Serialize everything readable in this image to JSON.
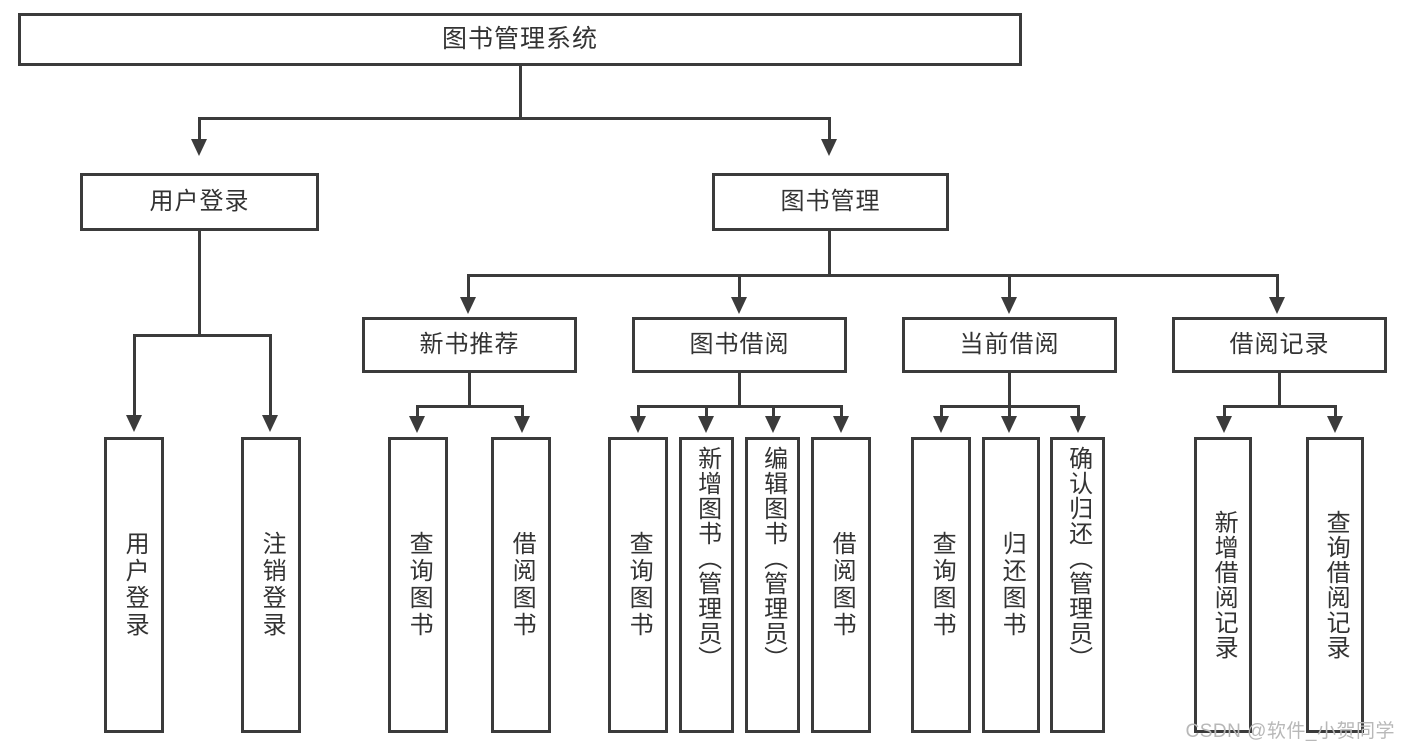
{
  "diagram": {
    "type": "tree-hierarchy",
    "title": "图书管理系统",
    "root": {
      "label": "图书管理系统"
    },
    "level2": [
      {
        "id": "user-login",
        "label": "用户登录"
      },
      {
        "id": "book-manage",
        "label": "图书管理"
      }
    ],
    "level3": [
      {
        "id": "new-book-recommend",
        "label": "新书推荐",
        "parent": "book-manage"
      },
      {
        "id": "book-borrow",
        "label": "图书借阅",
        "parent": "book-manage"
      },
      {
        "id": "current-borrow",
        "label": "当前借阅",
        "parent": "book-manage"
      },
      {
        "id": "borrow-record",
        "label": "借阅记录",
        "parent": "book-manage"
      }
    ],
    "leaves": {
      "user_login": [
        {
          "id": "leaf-user-login",
          "label": "用户登录"
        },
        {
          "id": "leaf-user-logout",
          "label": "注销登录"
        }
      ],
      "new_book_recommend": [
        {
          "id": "leaf-query-book-1",
          "label": "查询图书"
        },
        {
          "id": "leaf-borrow-book-1",
          "label": "借阅图书"
        }
      ],
      "book_borrow": [
        {
          "id": "leaf-query-book-2",
          "label": "查询图书"
        },
        {
          "id": "leaf-add-book",
          "label": "新增图书（管理员）"
        },
        {
          "id": "leaf-edit-book",
          "label": "编辑图书（管理员）"
        },
        {
          "id": "leaf-borrow-book-2",
          "label": "借阅图书"
        }
      ],
      "current_borrow": [
        {
          "id": "leaf-query-book-3",
          "label": "查询图书"
        },
        {
          "id": "leaf-return-book",
          "label": "归还图书"
        },
        {
          "id": "leaf-confirm-return",
          "label": "确认归还（管理员）"
        }
      ],
      "borrow_record": [
        {
          "id": "leaf-add-record",
          "label": "新增借阅记录"
        },
        {
          "id": "leaf-query-record",
          "label": "查询借阅记录"
        }
      ]
    }
  },
  "watermark": {
    "text": "CSDN @软件_小贺同学"
  },
  "colors": {
    "stroke": "#3b3b3b",
    "text": "#333333",
    "background": "#ffffff",
    "watermark": "#b8b8b8"
  }
}
